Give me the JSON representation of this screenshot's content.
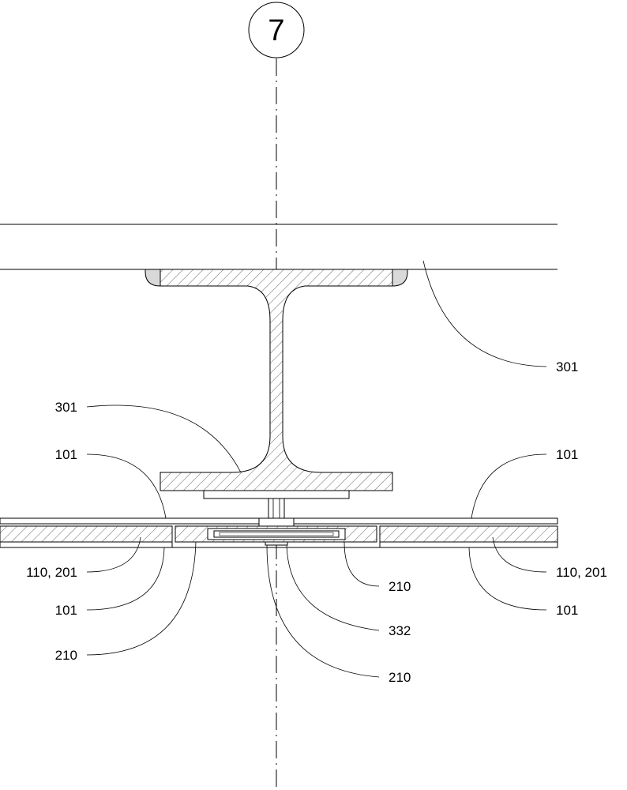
{
  "grid": {
    "axis_label": "7"
  },
  "labels": [
    {
      "id": "steel-beam-right",
      "text": "301"
    },
    {
      "id": "steel-beam-left",
      "text": "301"
    },
    {
      "id": "panel-top-left",
      "text": "101"
    },
    {
      "id": "panel-top-right",
      "text": "101"
    },
    {
      "id": "panel-core-left",
      "text": "110, 201"
    },
    {
      "id": "panel-core-right",
      "text": "110, 201"
    },
    {
      "id": "panel-bottom-left",
      "text": "101"
    },
    {
      "id": "panel-bottom-right",
      "text": "101"
    },
    {
      "id": "joint-left",
      "text": "210"
    },
    {
      "id": "joint-right",
      "text": "210"
    },
    {
      "id": "fastener",
      "text": "332"
    },
    {
      "id": "joint-bottom",
      "text": "210"
    }
  ]
}
